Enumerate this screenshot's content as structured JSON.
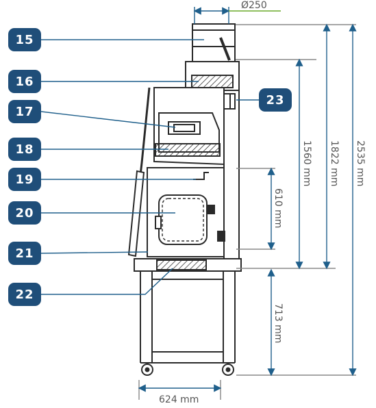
{
  "colors": {
    "callout_fill": "#1f4e79",
    "dimension_line": "#1f5f8b",
    "dimension_text": "#555555",
    "cabinet_stroke": "#2a2a2a",
    "duct_guide": "#6aaa2a"
  },
  "callouts": [
    "15",
    "16",
    "17",
    "18",
    "19",
    "20",
    "21",
    "22",
    "23"
  ],
  "dimensions": {
    "duct_diameter": "Ø250",
    "height_work_area": "1560 mm",
    "height_cabinet": "1822 mm",
    "height_total": "2535 mm",
    "opening_height": "610 mm",
    "stand_height": "713 mm",
    "depth": "624 mm"
  }
}
